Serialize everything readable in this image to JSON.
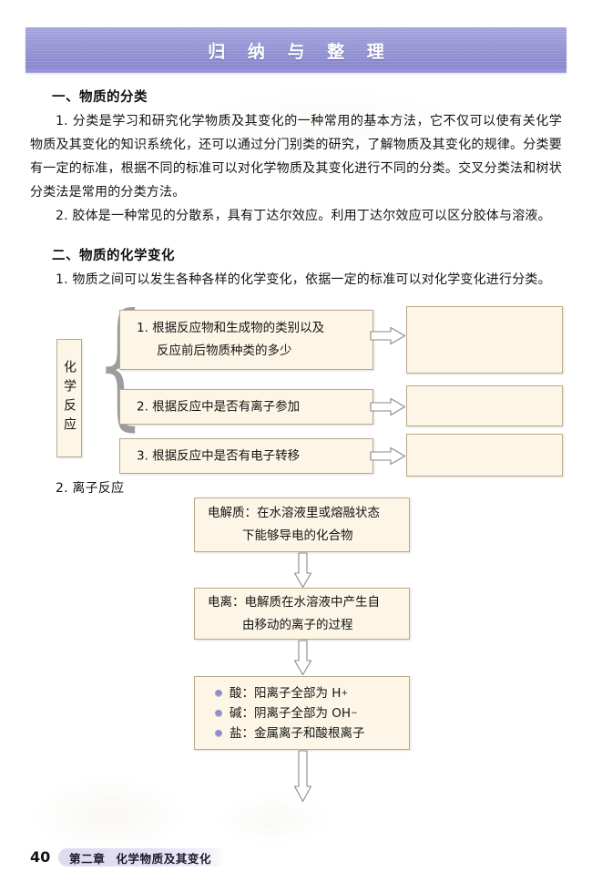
{
  "banner": {
    "title": "归 纳 与 整 理"
  },
  "sections": [
    {
      "heading": "一、物质的分类",
      "paragraphs": [
        "1. 分类是学习和研究化学物质及其变化的一种常用的基本方法，它不仅可以使有关化学物质及其变化的知识系统化，还可以通过分门别类的研究，了解物质及其变化的规律。分类要有一定的标准，根据不同的标准可以对化学物质及其变化进行不同的分类。交叉分类法和树状分类法是常用的分类方法。",
        "2. 胶体是一种常见的分散系，具有丁达尔效应。利用丁达尔效应可以区分胶体与溶液。"
      ]
    },
    {
      "heading": "二、物质的化学变化",
      "paragraphs": [
        "1. 物质之间可以发生各种各样的化学变化，依据一定的标准可以对化学变化进行分类。"
      ]
    }
  ],
  "diagram1": {
    "label": "化学反应",
    "items": [
      {
        "text_line1": "1. 根据反应物和生成物的类别以及",
        "text_line2": "反应前后物质种类的多少",
        "answer": ""
      },
      {
        "text_line1": "2. 根据反应中是否有离子参加",
        "text_line2": "",
        "answer": ""
      },
      {
        "text_line1": "3. 根据反应中是否有电子转移",
        "text_line2": "",
        "answer": ""
      }
    ]
  },
  "subsection2": {
    "label": "2. 离子反应"
  },
  "flowchart": {
    "box1_line1": "电解质：在水溶液里或熔融状态",
    "box1_line2": "下能够导电的化合物",
    "box2_line1": "电离：电解质在水溶液中产生自",
    "box2_line2": "由移动的离子的过程",
    "box3_rows": [
      {
        "prefix": "酸：阳离子全部为 H",
        "sup": "+"
      },
      {
        "prefix": "碱：阴离子全部为 OH",
        "sup": "−"
      },
      {
        "prefix": "盐：金属离子和酸根离子",
        "sup": ""
      }
    ]
  },
  "footer": {
    "page_number": "40",
    "chapter": "第二章",
    "chapter_title": "化学物质及其变化"
  },
  "colors": {
    "banner_purple": "#9a98d6",
    "box_cream": "#fdf6e6",
    "box_border": "#b9a98c",
    "bullet_blue": "#8f8fc8",
    "footer_pill": "#dedaf0"
  }
}
